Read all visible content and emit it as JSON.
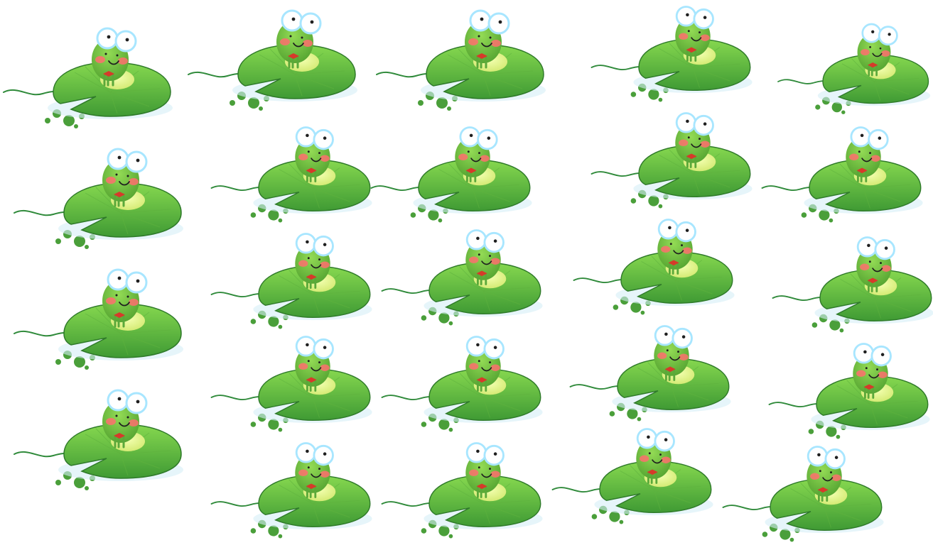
{
  "scene": {
    "title": "",
    "background": "#ffffff",
    "colors": {
      "pad_light": "#7ed24a",
      "pad_dark": "#3f9a34",
      "pad_edge": "#2f7a2a",
      "water_shadow": "#d6eef7",
      "frog_body": "#77c93f",
      "frog_belly": "#dff28a",
      "eye_white": "#ffffff",
      "eye_outline": "#a8e6ff",
      "cheek": "#ff6f6f",
      "bowtie": "#d63a2a",
      "stem": "#2f8a3a"
    },
    "element_names": [
      "lily-pad",
      "frog",
      "lily-pad-stem",
      "water-droplets"
    ],
    "frog_count": 24
  }
}
